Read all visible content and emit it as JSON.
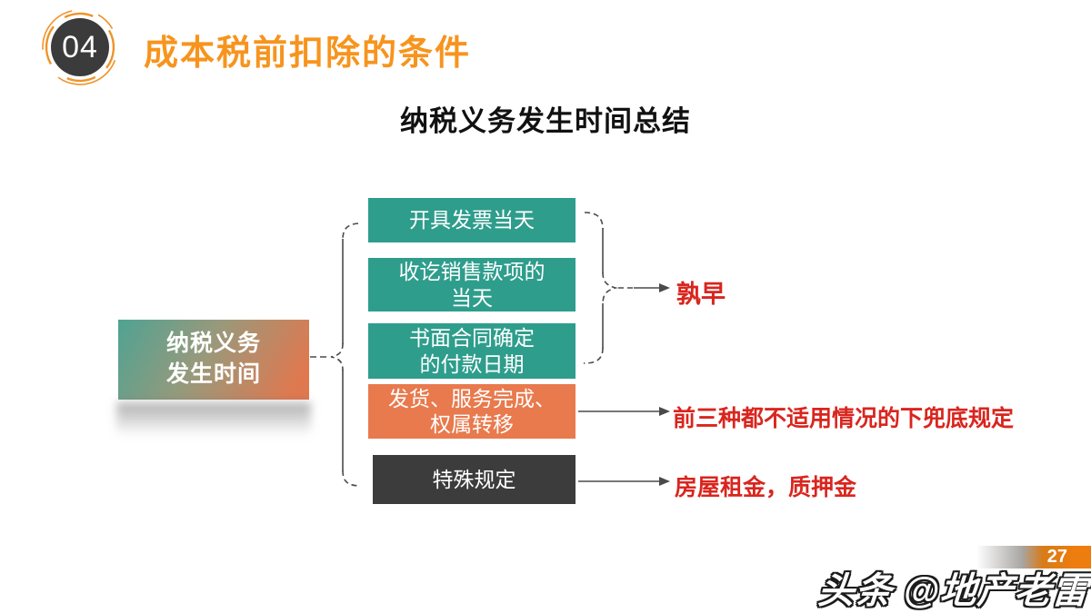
{
  "header": {
    "badge_number": "04",
    "title": "成本税前扣除的条件"
  },
  "subtitle": "纳税义务发生时间总结",
  "diagram": {
    "root_label": "纳税义务\n发生时间",
    "boxes": [
      {
        "text": "开具发票当天",
        "color": "#2E9D8C"
      },
      {
        "text": "收讫销售款项的\n当天",
        "color": "#2E9D8C"
      },
      {
        "text": "书面合同确定\n的付款日期",
        "color": "#2E9D8C"
      },
      {
        "text": "发货、服务完成、\n权属转移",
        "color": "#E87A4D"
      },
      {
        "text": "特殊规定",
        "color": "#3C3C3C"
      }
    ],
    "labels": [
      {
        "text": "孰早"
      },
      {
        "text": "前三种都不适用情况的下兜底规定"
      },
      {
        "text": "房屋租金，质押金"
      }
    ]
  },
  "footer": {
    "page_number": "27",
    "watermark": "头条 @地产老雷"
  },
  "colors": {
    "title_orange": "#F7941E",
    "box_teal": "#2E9D8C",
    "box_orange": "#E87A4D",
    "box_dark": "#3C3C3C",
    "label_red": "#D9251E",
    "root_gradient_start": "#4FA393",
    "root_gradient_end": "#E0784F",
    "connector_gray": "#4A4A4A"
  }
}
